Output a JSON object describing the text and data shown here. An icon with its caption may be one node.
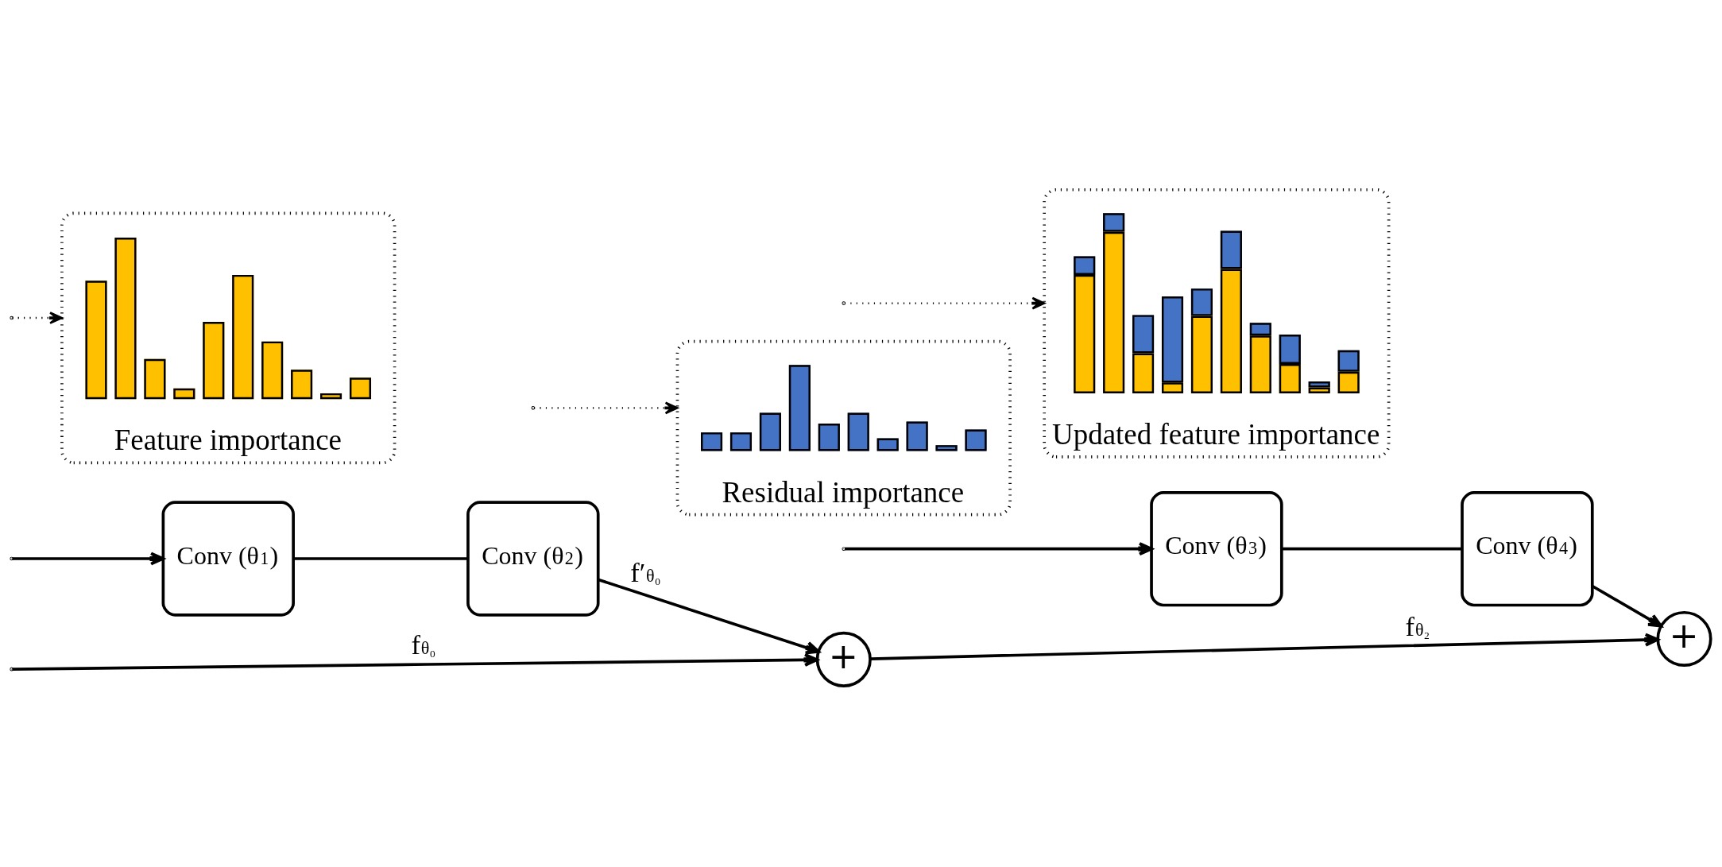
{
  "diagram": {
    "nodes": [
      {
        "text": [
          "+"
        ]
      },
      {
        "text": [
          "Conv (θ$_{1}$)"
        ]
      },
      {
        "text": [
          "Conv (θ$_{2}$)"
        ]
      },
      {
        "text": [
          "+"
        ]
      },
      {
        "text": [
          "Conv (θ$_{3}$)"
        ]
      },
      {
        "text": [
          "Conv (θ$_{4}$)"
        ]
      },
      {
        "text": [
          "Feature importance"
        ]
      },
      {
        "text": [],
        "shape": "picture",
        "in": 6
      },
      {
        "text": [
          "Residual importance"
        ]
      },
      {
        "text": [],
        "shape": "picture",
        "in": 8
      },
      {
        "text": [
          "Updated feature importance"
        ]
      },
      {
        "text": [],
        "shape": "picture",
        "in": 10
      }
    ],
    "edges": [
      {
        "from": null,
        "to": 0,
        "arrow": "to",
        "label": "f$^{θ₀}$"
      },
      {
        "from": 0,
        "to": 3,
        "arrow": "to",
        "label": "f$^{θ₂}$"
      },
      {
        "from": null,
        "to": 1,
        "arrow": "to"
      },
      {
        "from": 1,
        "to": 2,
        "arrow": "none"
      },
      {
        "from": 2,
        "to": 0,
        "arrow": "to",
        "label": "f′$^{θ₀}$"
      },
      {
        "from": null,
        "to": 4,
        "arrow": "to"
      },
      {
        "from": 4,
        "to": 5,
        "arrow": "none"
      },
      {
        "from": 5,
        "to": 3,
        "arrow": "to"
      },
      {
        "from": null,
        "to": 6,
        "arrow": "to",
        "style": "dashed"
      },
      {
        "from": null,
        "to": 8,
        "arrow": "to",
        "style": "dashed"
      },
      {
        "from": null,
        "to": 10,
        "arrow": "to",
        "style": "dashed"
      }
    ]
  }
}
